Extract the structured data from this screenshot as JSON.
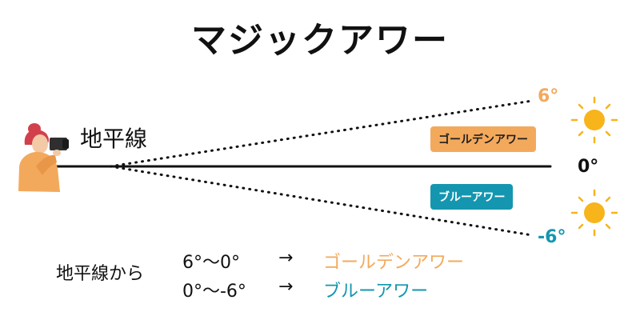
{
  "title": "マジックアワー",
  "diagram": {
    "horizon_label": "地平線",
    "angles": {
      "top": "6°",
      "middle": "0°",
      "bottom": "-6°"
    },
    "badges": {
      "golden_hour": "ゴールデンアワー",
      "blue_hour": "ブルーアワー"
    },
    "icons": {
      "photographer": "photographer-icon",
      "sun": "sun-icon"
    }
  },
  "legend": {
    "lead": "地平線から",
    "rows": [
      {
        "range": "6°〜0°",
        "arrow": "→",
        "name": "ゴールデンアワー"
      },
      {
        "range": "0°〜-6°",
        "arrow": "→",
        "name": "ブルーアワー"
      }
    ]
  },
  "colors": {
    "golden": "#F3A95C",
    "blue": "#1596B0",
    "sun": "#F7B41B",
    "skin": "#F3C9A6",
    "hair": "#D2404C",
    "jacket": "#F3A95C",
    "camera": "#2F2F2F",
    "text": "#111111"
  }
}
